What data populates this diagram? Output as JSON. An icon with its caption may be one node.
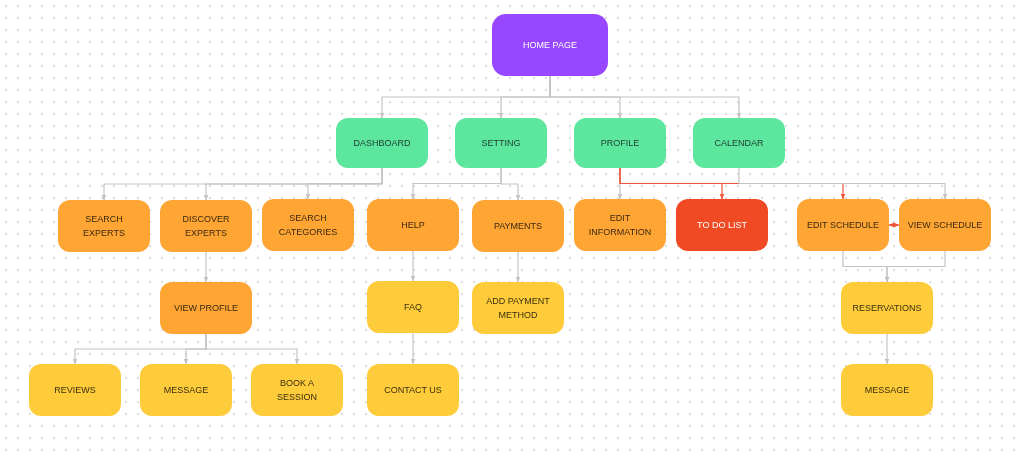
{
  "diagram": {
    "nodes": [
      {
        "text": [
          "HOME PAGE"
        ]
      },
      {
        "text": [
          "DASHBOARD"
        ]
      },
      {
        "text": [
          "SETTING"
        ]
      },
      {
        "text": [
          "PROFILE"
        ]
      },
      {
        "text": [
          "CALENDAR"
        ]
      },
      {
        "text": [
          "SEARCH EXPERTS"
        ]
      },
      {
        "text": [
          "DISCOVER EXPERTS"
        ]
      },
      {
        "text": [
          "SEARCH CATEGORIES"
        ]
      },
      {
        "text": [
          "HELP"
        ]
      },
      {
        "text": [
          "PAYMENTS"
        ]
      },
      {
        "text": [
          "EDIT INFORMATION"
        ]
      },
      {
        "text": [
          "TO DO LIST"
        ]
      },
      {
        "text": [
          "EDIT SCHEDULE"
        ]
      },
      {
        "text": [
          "VIEW SCHEDULE"
        ]
      },
      {
        "text": [
          "VIEW PROFILE"
        ]
      },
      {
        "text": [
          "FAQ"
        ]
      },
      {
        "text": [
          "ADD PAYMENT METHOD"
        ]
      },
      {
        "text": [
          "RESERVATIONS"
        ]
      },
      {
        "text": [
          "REVIEWS"
        ]
      },
      {
        "text": [
          "MESSAGE"
        ]
      },
      {
        "text": [
          "BOOK A SESSION"
        ]
      },
      {
        "text": [
          "CONTACT US"
        ]
      },
      {
        "text": [
          "MESSAGE"
        ]
      }
    ],
    "edges": [
      {
        "from": 0,
        "to": 1,
        "arrow": "to"
      },
      {
        "from": 0,
        "to": 2,
        "arrow": "to"
      },
      {
        "from": 0,
        "to": 3,
        "arrow": "to"
      },
      {
        "from": 0,
        "to": 4,
        "arrow": "to"
      },
      {
        "from": 1,
        "to": 5,
        "arrow": "to"
      },
      {
        "from": 1,
        "to": 6,
        "arrow": "to"
      },
      {
        "from": 1,
        "to": 7,
        "arrow": "to"
      },
      {
        "from": 2,
        "to": 8,
        "arrow": "to"
      },
      {
        "from": 2,
        "to": 9,
        "arrow": "to"
      },
      {
        "from": 3,
        "to": 10,
        "arrow": "to"
      },
      {
        "from": 3,
        "to": 11,
        "arrow": "to",
        "color": "#f0553a"
      },
      {
        "from": 3,
        "to": 12,
        "arrow": "to",
        "color": "#f0553a"
      },
      {
        "from": 4,
        "to": 13,
        "arrow": "to"
      },
      {
        "from": 12,
        "to": 13,
        "arrow": "both",
        "color": "#f0553a"
      },
      {
        "from": 6,
        "to": 14,
        "arrow": "to"
      },
      {
        "from": 14,
        "to": 18,
        "arrow": "to"
      },
      {
        "from": 14,
        "to": 19,
        "arrow": "to"
      },
      {
        "from": 14,
        "to": 20,
        "arrow": "to"
      },
      {
        "from": 8,
        "to": 15,
        "arrow": "to"
      },
      {
        "from": 15,
        "to": 21,
        "arrow": "to"
      },
      {
        "from": 9,
        "to": 16,
        "arrow": "to"
      },
      {
        "from": 12,
        "to": 17,
        "arrow": "to"
      },
      {
        "from": 13,
        "to": 17,
        "arrow": "to"
      },
      {
        "from": 17,
        "to": 22,
        "arrow": "to"
      }
    ]
  }
}
